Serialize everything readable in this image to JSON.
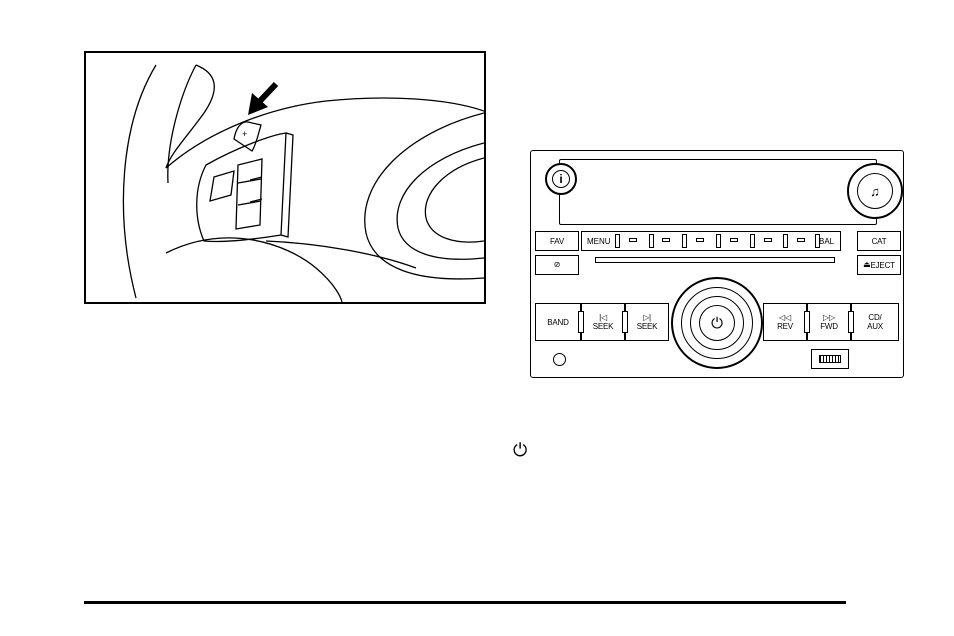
{
  "steering_illustration": {
    "paddle_symbol": "+",
    "icon": "arrow-down-left-icon"
  },
  "radio": {
    "info_icon_label": "i",
    "tune_icon_label": "♫",
    "buttons": {
      "fav": "FAV",
      "menu": "MENU",
      "cat": "CAT",
      "eject_glyph": "⏏",
      "eject": "EJECT",
      "clock_glyph": "⊘",
      "bal": "BAL",
      "band": "BAND",
      "seek_back_glyph": "|◁",
      "seek_back": "SEEK",
      "seek_fwd_glyph": "▷|",
      "seek_fwd": "SEEK",
      "power_glyph": "⏻",
      "rev_glyph": "◁◁",
      "rev": "REV",
      "fwd_glyph": "▷▷",
      "fwd": "FWD",
      "cd": "CD/",
      "aux": "AUX"
    }
  },
  "text": {
    "power_symbol": "⏻"
  }
}
